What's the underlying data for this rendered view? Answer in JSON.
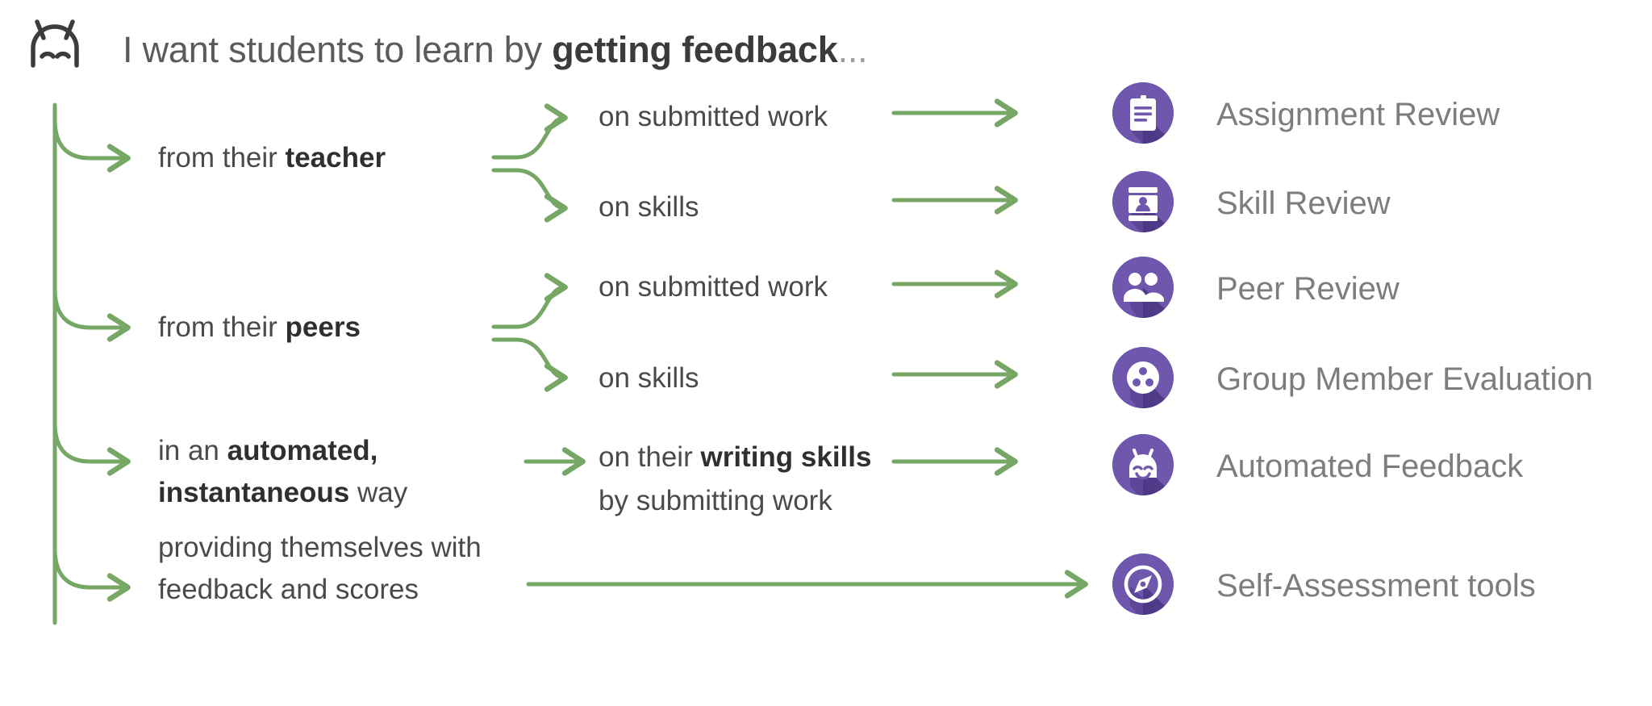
{
  "header": {
    "logo_icon": "robot-face-icon",
    "text_prefix": "I want students to learn by ",
    "text_bold": "getting feedback",
    "text_suffix": "..."
  },
  "colors": {
    "arrow_green": "#76a765",
    "icon_purple": "#6f57ad",
    "icon_purple_shadow": "#4b3682",
    "text_gray": "#4a4a4a",
    "tool_label_gray": "#7d7d7d",
    "header_gray": "#5b5b5b",
    "background": "#ffffff"
  },
  "branches": [
    {
      "id": "teacher",
      "source_prefix": "from their ",
      "source_bold": "teacher",
      "source_suffix": "",
      "split": true,
      "targets": [
        {
          "text": "on submitted work",
          "tool": "Assignment Review"
        },
        {
          "text": "on skills",
          "tool": "Skill Review"
        }
      ]
    },
    {
      "id": "peers",
      "source_prefix": "from their ",
      "source_bold": "peers",
      "source_suffix": "",
      "split": true,
      "targets": [
        {
          "text": "on submitted work",
          "tool": "Peer Review"
        },
        {
          "text": "on skills",
          "tool": "Group Member Evaluation"
        }
      ]
    },
    {
      "id": "automated",
      "source_prefix": "in an ",
      "source_bold": "automated, instantaneous",
      "source_suffix": " way",
      "split": false,
      "targets": [
        {
          "text": "on their writing skills by submitting work",
          "tool": "Automated Feedback"
        }
      ]
    },
    {
      "id": "self",
      "source_prefix": "providing themselves with feedback and scores",
      "source_bold": "",
      "source_suffix": "",
      "split": false,
      "targets": [
        {
          "text": "",
          "tool": "Self-Assessment tools"
        }
      ]
    }
  ],
  "left_labels": [
    {
      "line1_plain": "from their ",
      "line1_bold": "teacher",
      "line1_tail": "",
      "line2_plain": "",
      "line2_bold": "",
      "line2_tail": ""
    },
    {
      "line1_plain": "from their ",
      "line1_bold": "peers",
      "line1_tail": "",
      "line2_plain": "",
      "line2_bold": "",
      "line2_tail": ""
    },
    {
      "line1_plain": "in an ",
      "line1_bold": "automated,",
      "line1_tail": "",
      "line2_plain": "",
      "line2_bold": "instantaneous",
      "line2_tail": " way"
    },
    {
      "line1_plain": "providing themselves with",
      "line1_bold": "",
      "line1_tail": "",
      "line2_plain": "feedback and scores",
      "line2_bold": "",
      "line2_tail": ""
    }
  ],
  "mid_labels": [
    {
      "line1_plain": "on submitted work",
      "line1_bold": "",
      "line1_tail": "",
      "line2_plain": "",
      "line2_bold": "",
      "line2_tail": ""
    },
    {
      "line1_plain": "on skills",
      "line1_bold": "",
      "line1_tail": "",
      "line2_plain": "",
      "line2_bold": "",
      "line2_tail": ""
    },
    {
      "line1_plain": "on submitted work",
      "line1_bold": "",
      "line1_tail": "",
      "line2_plain": "",
      "line2_bold": "",
      "line2_tail": ""
    },
    {
      "line1_plain": "on skills",
      "line1_bold": "",
      "line1_tail": "",
      "line2_plain": "",
      "line2_bold": "",
      "line2_tail": ""
    },
    {
      "line1_plain": "on their ",
      "line1_bold": "writing skills",
      "line1_tail": "",
      "line2_plain": "by submitting work",
      "line2_bold": "",
      "line2_tail": ""
    }
  ],
  "tools": [
    {
      "label": "Assignment Review",
      "icon": "clipboard-icon"
    },
    {
      "label": "Skill Review",
      "icon": "id-badge-icon"
    },
    {
      "label": "Peer Review",
      "icon": "two-people-icon"
    },
    {
      "label": "Group Member Evaluation",
      "icon": "group-dots-icon"
    },
    {
      "label": "Automated Feedback",
      "icon": "robot-face-icon"
    },
    {
      "label": "Self-Assessment tools",
      "icon": "compass-icon"
    }
  ]
}
